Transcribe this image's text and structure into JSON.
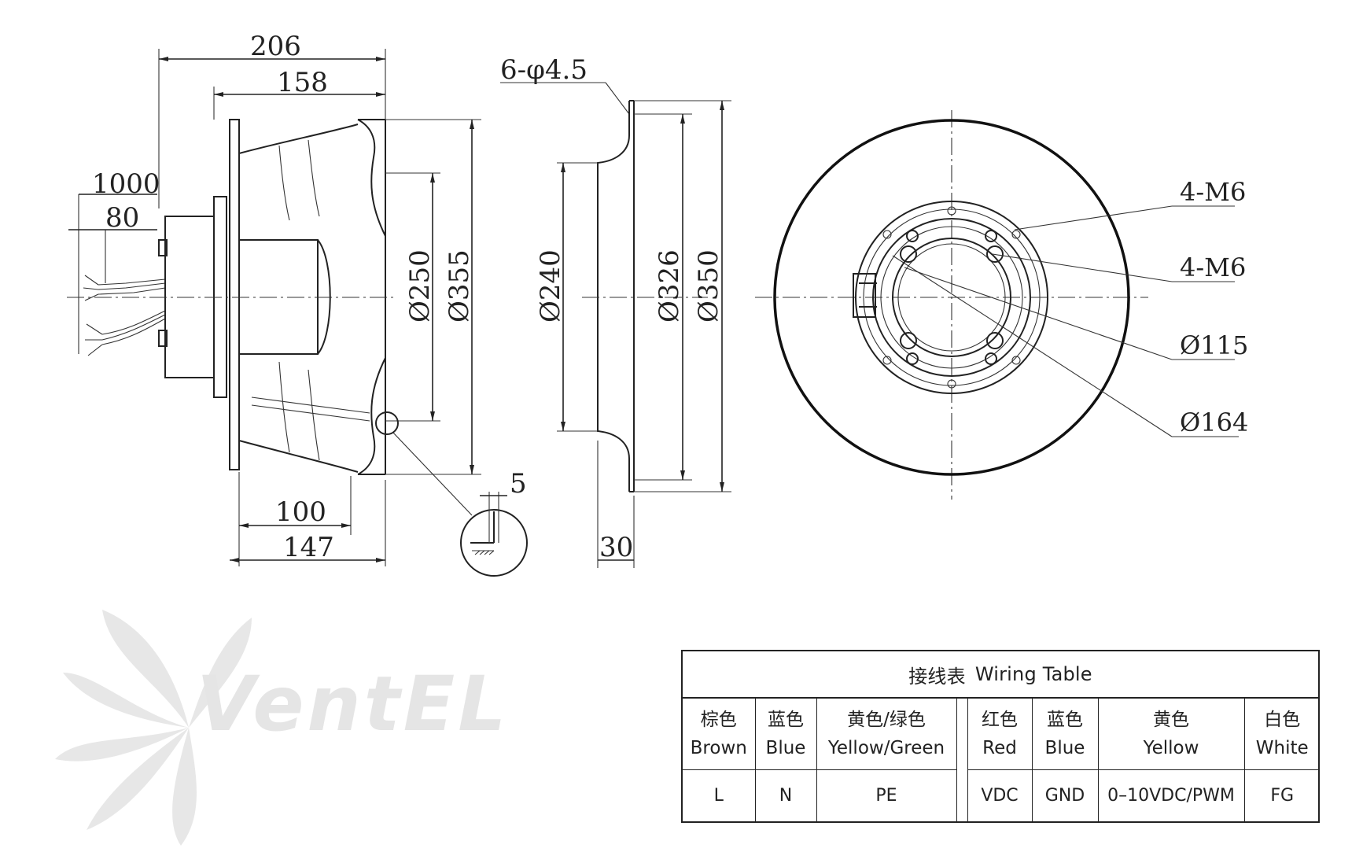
{
  "side_view": {
    "dims": {
      "overall_depth": "206",
      "flange_depth": "158",
      "cable_length": "1000",
      "cable_strip": "80",
      "inlet_dia": "Ø250",
      "outer_dia": "Ø355",
      "hub_depth": "100",
      "impeller_depth": "147",
      "gap": "5"
    }
  },
  "inlet_ring_view": {
    "dims": {
      "holes": "6-φ4.5",
      "throat_dia": "Ø240",
      "bolt_circle_dia": "Ø326",
      "flange_dia": "Ø350",
      "ring_depth": "30"
    }
  },
  "front_view": {
    "callouts": [
      "4-M6",
      "4-M6",
      "Ø115",
      "Ø164"
    ]
  },
  "watermark": {
    "text": "VentEL",
    "icon": "fan-blades-icon",
    "color_main": "#c8c8c8",
    "color_accent": "#a9c7e6"
  },
  "wiring_table": {
    "title_cn": "接线表",
    "title_en": "Wiring Table",
    "columns": [
      {
        "cn": "棕色",
        "en": "Brown",
        "signal": "L"
      },
      {
        "cn": "蓝色",
        "en": "Blue",
        "signal": "N"
      },
      {
        "cn": "黄色/绿色",
        "en": "Yellow/Green",
        "signal": "PE"
      },
      {
        "cn": "红色",
        "en": "Red",
        "signal": "VDC"
      },
      {
        "cn": "蓝色",
        "en": "Blue",
        "signal": "GND"
      },
      {
        "cn": "黄色",
        "en": "Yellow",
        "signal": "0–10VDC/PWM"
      },
      {
        "cn": "白色",
        "en": "White",
        "signal": "FG"
      }
    ]
  }
}
